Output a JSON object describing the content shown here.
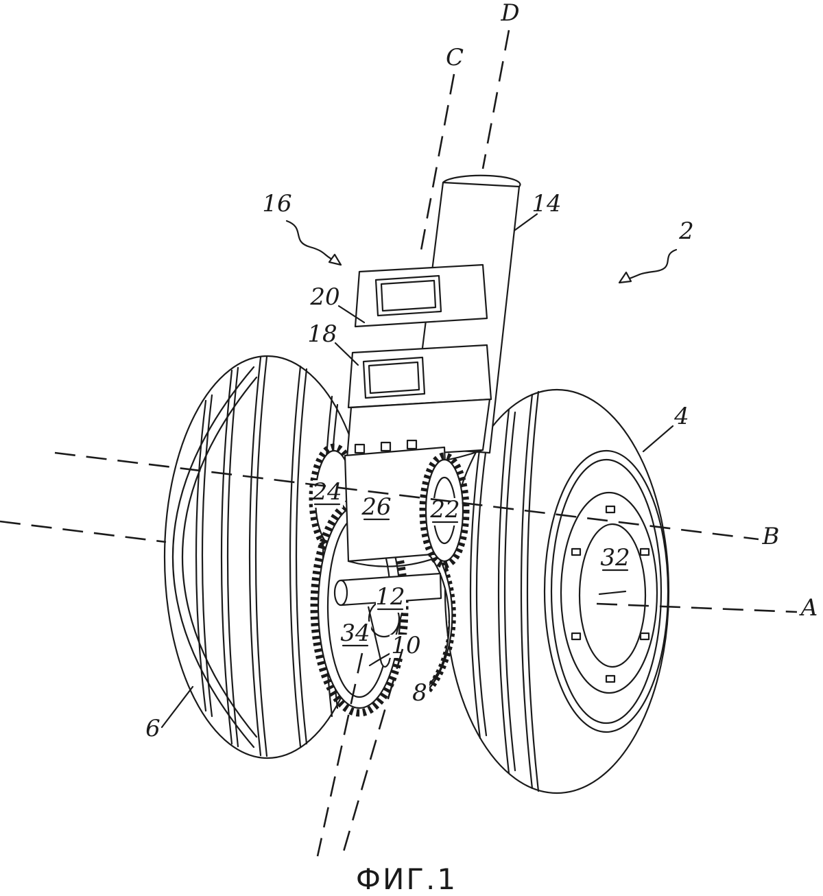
{
  "figure": {
    "caption": "ФИГ.1"
  },
  "axis_labels": {
    "A": "A",
    "B": "B",
    "C": "C",
    "D": "D"
  },
  "reference_numerals": {
    "r2": "2",
    "r4": "4",
    "r6": "6",
    "r8": "8",
    "r10": "10",
    "r12": "12",
    "r14": "14",
    "r16": "16",
    "r18": "18",
    "r20": "20",
    "r22": "22",
    "r24": "24",
    "r26": "26",
    "r32": "32",
    "r34": "34"
  },
  "colors": {
    "ink": "#1a1a1a",
    "paper": "#ffffff"
  }
}
